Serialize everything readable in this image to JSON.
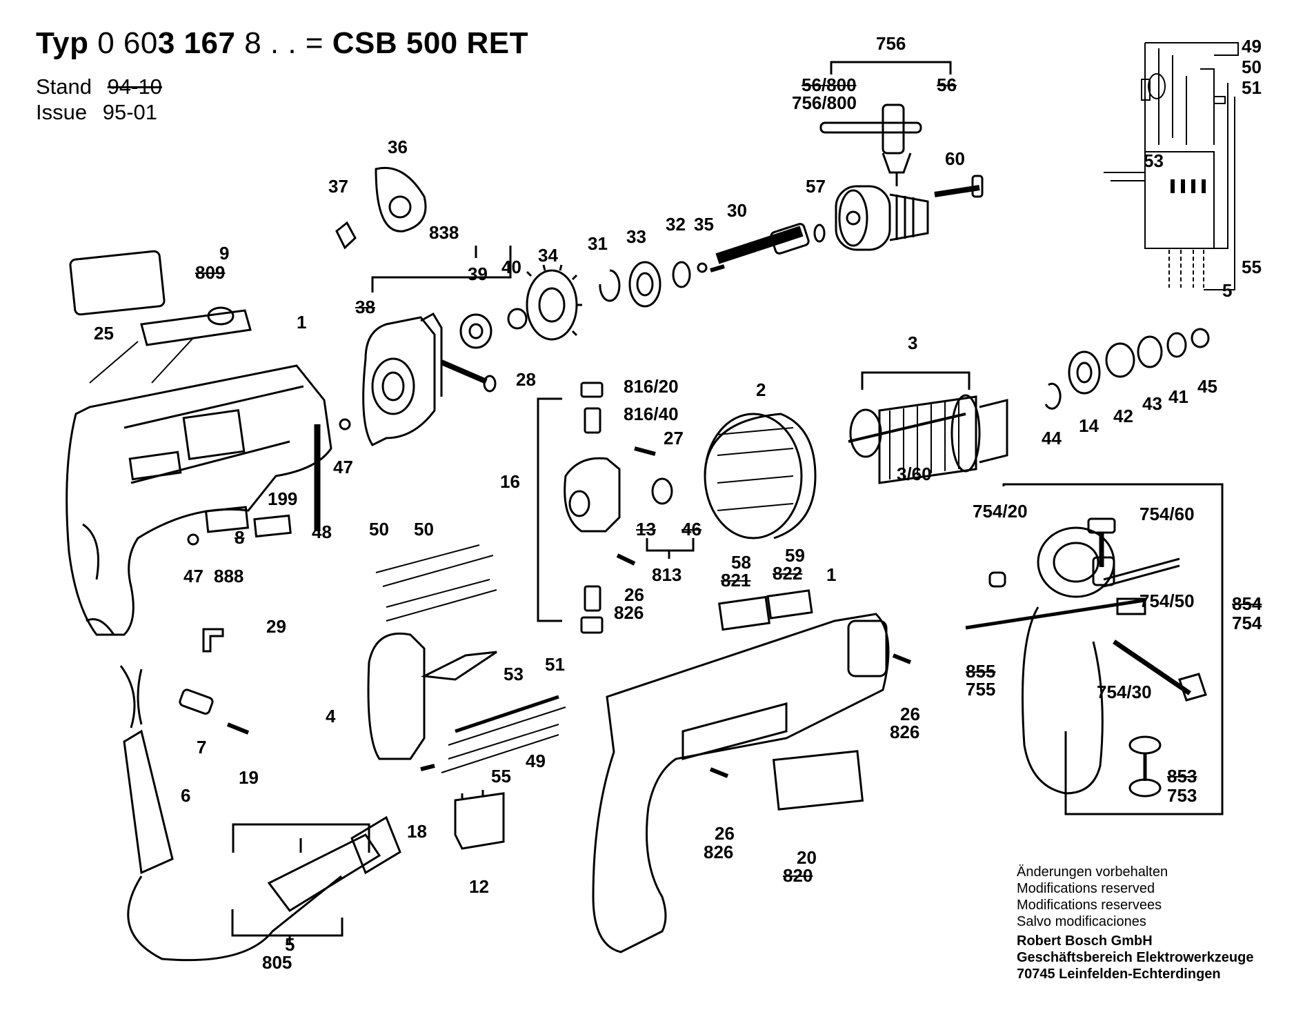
{
  "header": {
    "typ_label": "Typ",
    "typ_code_a": "0 60",
    "typ_code_b": "3 167",
    "typ_code_c": "8 . .",
    "equals": "=",
    "model": "CSB 500 RET",
    "stand_label": "Stand",
    "stand_struck": "94-10",
    "issue_label": "Issue",
    "issue_value": "95-01"
  },
  "labels": {
    "l756": "756",
    "l56_800_struck": "56/800",
    "l756_800": "756/800",
    "l56_struck": "56",
    "l36": "36",
    "l37": "37",
    "l60": "60",
    "l57": "57",
    "l30": "30",
    "l35": "35",
    "l32": "32",
    "l33": "33",
    "l31": "31",
    "l34": "34",
    "l838": "838",
    "l39": "39",
    "l40": "40",
    "l38_struck": "38",
    "l9": "9",
    "l809_struck": "809",
    "l25": "25",
    "l1a": "1",
    "l47a": "47",
    "l48": "48",
    "l199": "199",
    "l8_struck": "8",
    "l888": "888",
    "l47b": "47",
    "l28": "28",
    "l816_20": "816/20",
    "l816_40": "816/40",
    "l27": "27",
    "l16": "16",
    "l2": "2",
    "l3": "3",
    "l3_60": "3/60",
    "l44": "44",
    "l14": "14",
    "l42": "42",
    "l43": "43",
    "l41": "41",
    "l45": "45",
    "l13_struck": "13",
    "l46_struck": "46",
    "l813": "813",
    "l26a": "26",
    "l826a": "826",
    "l50a": "50",
    "l50b": "50",
    "l29": "29",
    "l58": "58",
    "l821_struck": "821",
    "l59": "59",
    "l822_struck": "822",
    "l1b": "1",
    "l26b": "26",
    "l826b": "826",
    "l4": "4",
    "l53": "53",
    "l51": "51",
    "l55": "55",
    "l49": "49",
    "l18": "18",
    "l12": "12",
    "l7": "7",
    "l19": "19",
    "l6": "6",
    "l5": "5",
    "l805": "805",
    "l26c": "26",
    "l826c": "826",
    "l20": "20",
    "l820_struck": "820",
    "l754_20": "754/20",
    "l754_60": "754/60",
    "l754_50": "754/50",
    "l854_struck": "854",
    "l754": "754",
    "l855_struck": "855",
    "l755": "755",
    "l754_30": "754/30",
    "l853_struck": "853",
    "l753": "753",
    "sc49": "49",
    "sc50": "50",
    "sc51": "51",
    "sc53": "53",
    "sc55": "55",
    "sc5": "5"
  },
  "notes": {
    "line1": "Änderungen vorbehalten",
    "line2": "Modifications reserved",
    "line3": "Modifications reservees",
    "line4": "Salvo modificaciones",
    "company": "Robert Bosch GmbH",
    "division": "Geschäftsbereich Elektrowerkzeuge",
    "address": "70745 Leinfelden-Echterdingen"
  }
}
